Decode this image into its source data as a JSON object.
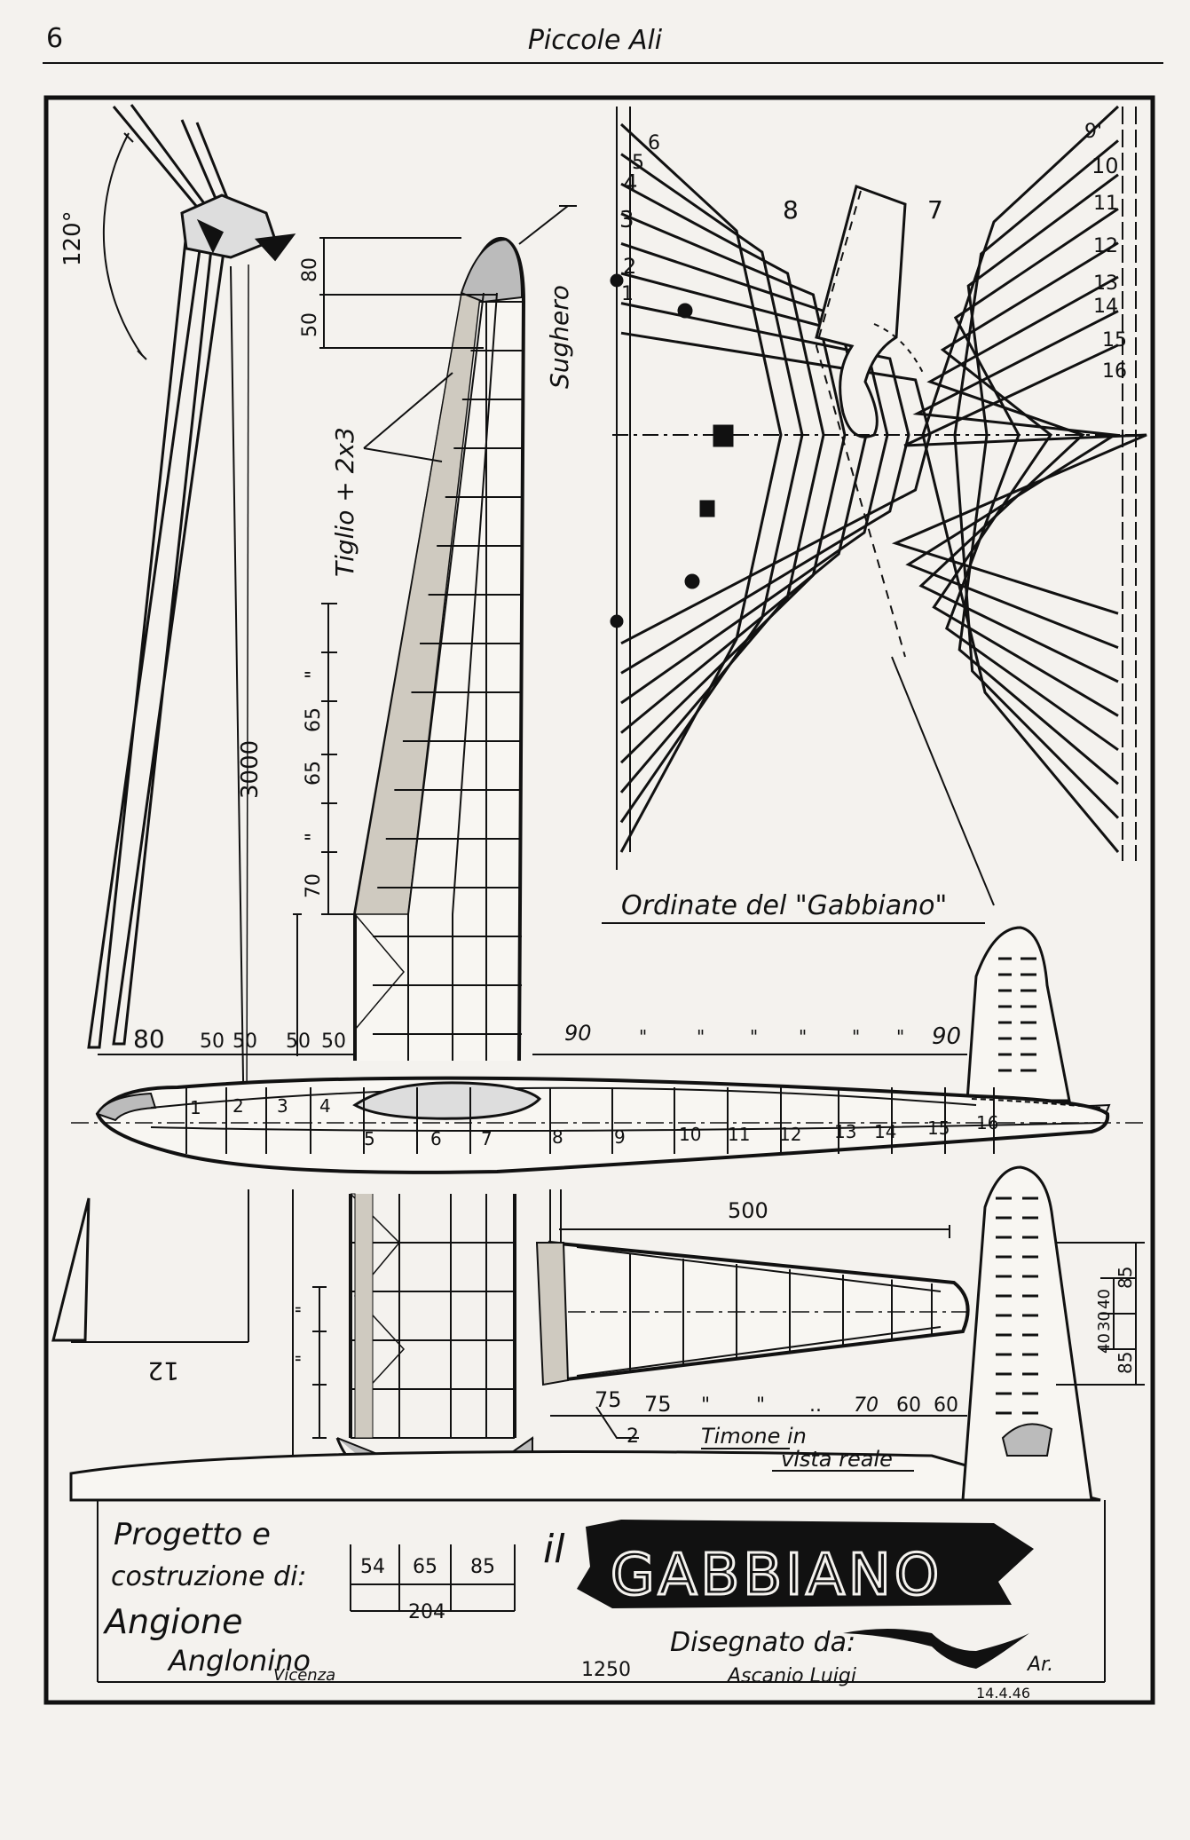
{
  "header": {
    "page_number": "6",
    "title": "Piccole Ali"
  },
  "colors": {
    "ink": "#111111",
    "paper": "#f4f2ee"
  },
  "labels": {
    "angle": "120°",
    "cork": "Sughero",
    "linden": "Tiglio + 2x3",
    "span_dim": "3000",
    "tip_dim_a": "80",
    "tip_dim_b": "50",
    "rib_dims": [
      "70",
      "\"",
      "65",
      "65",
      "\""
    ],
    "root_dim": "12",
    "lower_ribs": [
      "\"",
      "\""
    ],
    "formers_title": "Ordinate del \"Gabbiano\"",
    "former_nums_left": [
      "1",
      "2",
      "3",
      "4",
      "5",
      "6"
    ],
    "former_nums_right": [
      "9'",
      "10",
      "11",
      "12",
      "13",
      "14",
      "15",
      "16"
    ],
    "former_mid_a": "8",
    "former_mid_b": "7",
    "fus_dims_left": [
      "80",
      "50",
      "50",
      "50",
      "50"
    ],
    "fus_dim_90a": "90",
    "fus_dim_90b": "90",
    "fus_ditto": "\"",
    "fus_stations": [
      "1",
      "2",
      "3",
      "4",
      "5",
      "6",
      "7",
      "8",
      "9",
      "10",
      "11",
      "12",
      "13",
      "14",
      "15",
      "16"
    ],
    "tail_span": "500",
    "tail_dims": [
      "75",
      "75",
      "\"",
      "\"",
      "..",
      "70",
      "60",
      "60"
    ],
    "tail_small": "2",
    "tail_right_dims": [
      "85",
      "40",
      "30",
      "40",
      "85"
    ],
    "tail_caption_1": "Timone in",
    "tail_caption_2": "vista reale",
    "center_dims": [
      "54",
      "65",
      "85"
    ],
    "center_total": "204",
    "total_length": "1250"
  },
  "credits": {
    "designer_1": "Progetto e",
    "designer_2": "costruzione di:",
    "name_1": "Angione",
    "name_2": "Anglonino",
    "city": "Vicenza",
    "article": "il",
    "model_name": "GABBIANO",
    "drawn_by": "Disegnato da:",
    "drawer_signature": "Ascanio Luigi",
    "initials": "Ar.",
    "date": "14.4.46"
  }
}
